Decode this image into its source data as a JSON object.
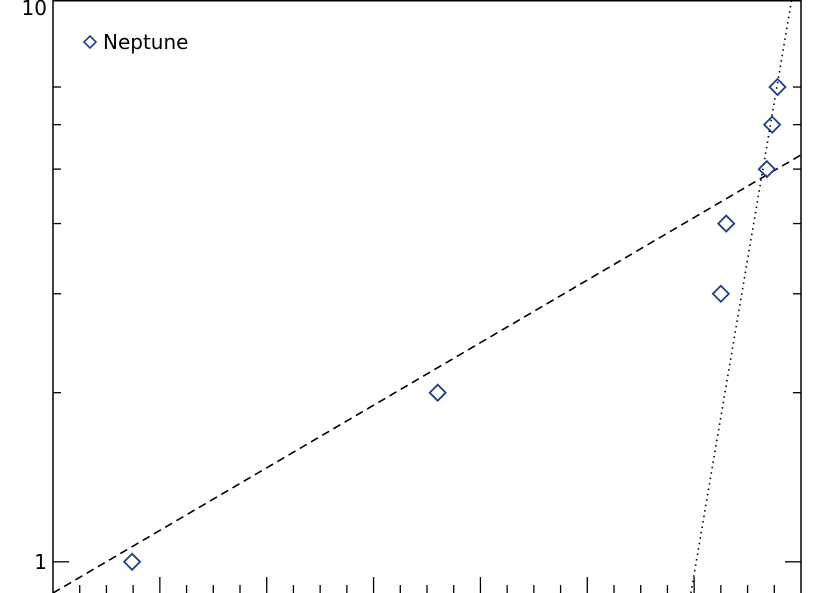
{
  "chart_data": {
    "type": "scatter",
    "title": "",
    "xlabel": "",
    "ylabel": "",
    "x_scale": "linear",
    "y_scale": "log",
    "ylim": [
      0.88,
      10
    ],
    "yticks": [
      {
        "value": 1,
        "label": "1"
      },
      {
        "value": 10,
        "label": "10"
      }
    ],
    "y_minor_ticks": [
      2,
      3,
      4,
      5,
      6,
      7
    ],
    "xlim": [
      0,
      7
    ],
    "x_major_ticks": [
      1,
      2,
      3,
      4,
      5,
      6
    ],
    "x_minor_ticks": [
      0.25,
      0.5,
      0.75,
      1.25,
      1.5,
      1.75,
      2.25,
      2.5,
      2.75,
      3.25,
      3.5,
      3.75,
      4.25,
      4.5,
      4.75,
      5.25,
      5.5,
      5.75,
      6.25,
      6.5,
      6.75
    ],
    "grid": false,
    "legend": {
      "position": "top-left",
      "entries": [
        {
          "label": "Neptune",
          "marker": "diamond",
          "color": "#1f3f8f"
        }
      ]
    },
    "series": [
      {
        "name": "Neptune",
        "marker": "diamond",
        "color": "#1f3f8f",
        "points": [
          {
            "x": 0.74,
            "y": 1
          },
          {
            "x": 3.6,
            "y": 2
          },
          {
            "x": 6.25,
            "y": 3
          },
          {
            "x": 6.3,
            "y": 4
          },
          {
            "x": 6.68,
            "y": 5
          },
          {
            "x": 6.73,
            "y": 6
          },
          {
            "x": 6.78,
            "y": 7
          }
        ]
      }
    ],
    "fit_lines": [
      {
        "style": "dashed",
        "color": "#000000",
        "x": [
          0,
          7
        ],
        "y": [
          0.88,
          5.3
        ]
      },
      {
        "style": "dotted",
        "color": "#000000",
        "x": [
          5.97,
          6.92
        ],
        "y": [
          0.88,
          10.2
        ]
      }
    ]
  }
}
